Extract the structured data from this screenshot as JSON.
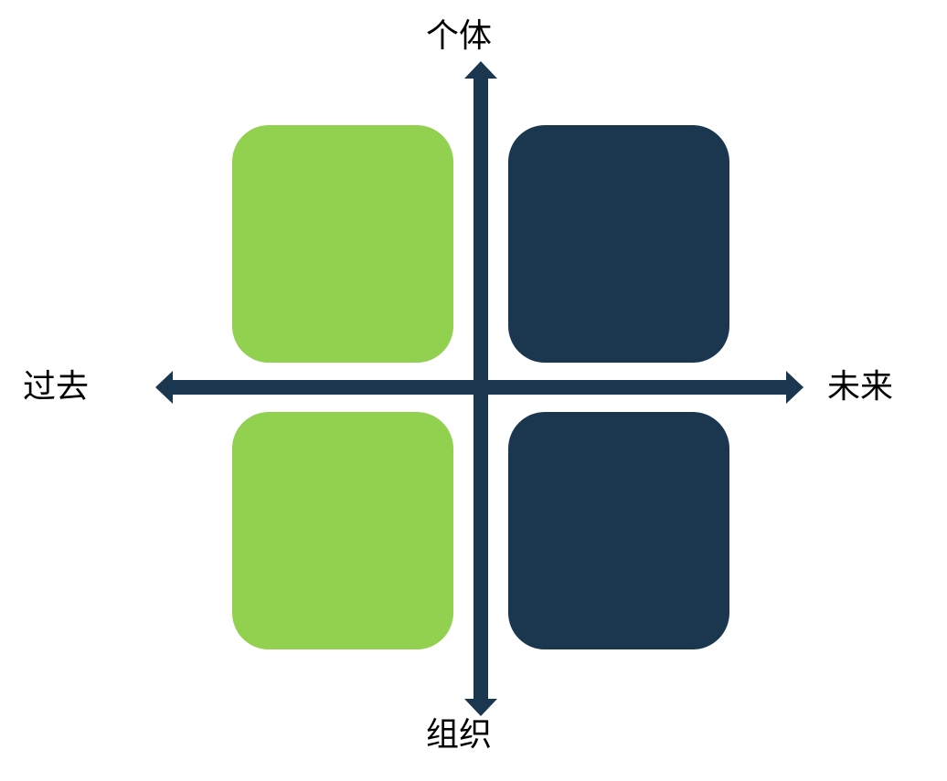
{
  "axes": {
    "top": "个体",
    "bottom": "组织",
    "left": "过去",
    "right": "未来"
  },
  "quadrants": [
    {
      "position": "top-left",
      "color": "#92D050"
    },
    {
      "position": "top-right",
      "color": "#1B3750"
    },
    {
      "position": "bottom-left",
      "color": "#92D050"
    },
    {
      "position": "bottom-right",
      "color": "#1B3750"
    }
  ],
  "colors": {
    "axis": "#1B3750",
    "green": "#92D050",
    "navy": "#1B3750"
  }
}
